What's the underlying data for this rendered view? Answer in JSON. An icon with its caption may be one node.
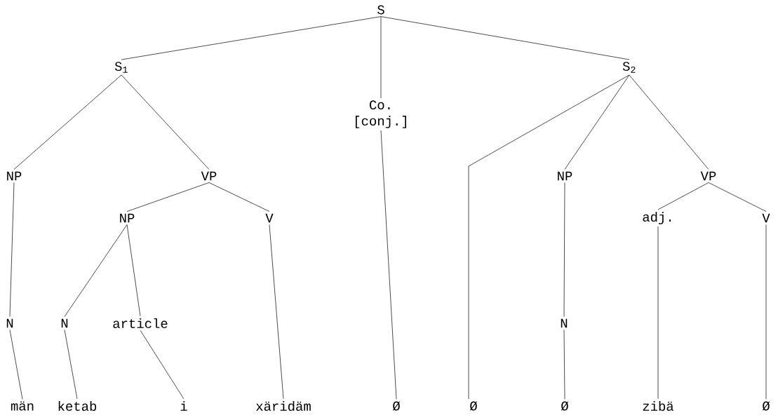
{
  "diagram": {
    "nodes": [
      {
        "text": [
          "S"
        ]
      },
      {
        "text": [
          "S$_{1}$"
        ]
      },
      {
        "text": [
          "Co.",
          "[conj.]"
        ]
      },
      {
        "text": [
          "S$_{2}$"
        ]
      },
      {
        "text": [
          "NP"
        ]
      },
      {
        "text": [
          "VP"
        ]
      },
      {
        "text": [
          "NP"
        ]
      },
      {
        "text": [
          "V"
        ]
      },
      {
        "text": [
          "N"
        ]
      },
      {
        "text": [
          "N"
        ]
      },
      {
        "text": [
          "article"
        ]
      },
      {
        "text": [
          "män"
        ]
      },
      {
        "text": [
          "ketab"
        ]
      },
      {
        "text": [
          "i"
        ]
      },
      {
        "text": [
          "xäridäm"
        ]
      },
      {
        "text": [
          "Ø"
        ]
      },
      {
        "text": [
          "Ø"
        ]
      },
      {
        "text": [
          "NP"
        ]
      },
      {
        "text": [
          "VP"
        ]
      },
      {
        "text": [
          "adj."
        ]
      },
      {
        "text": [
          "V"
        ]
      },
      {
        "text": [
          "N"
        ]
      },
      {
        "text": [
          "Ø"
        ]
      },
      {
        "text": [
          "zibä"
        ]
      },
      {
        "text": [
          "Ø"
        ]
      }
    ],
    "edges": [
      {
        "from": 0,
        "to": 1,
        "arrow": "none"
      },
      {
        "from": 0,
        "to": 2,
        "arrow": "none"
      },
      {
        "from": 0,
        "to": 3,
        "arrow": "none"
      },
      {
        "from": 1,
        "to": 4,
        "arrow": "none"
      },
      {
        "from": 1,
        "to": 5,
        "arrow": "none"
      },
      {
        "from": 4,
        "to": 8,
        "arrow": "none"
      },
      {
        "from": 8,
        "to": 11,
        "arrow": "none"
      },
      {
        "from": 5,
        "to": 6,
        "arrow": "none"
      },
      {
        "from": 5,
        "to": 7,
        "arrow": "none"
      },
      {
        "from": 6,
        "to": 9,
        "arrow": "none"
      },
      {
        "from": 6,
        "to": 10,
        "arrow": "none"
      },
      {
        "from": 9,
        "to": 12,
        "arrow": "none"
      },
      {
        "from": 10,
        "to": 13,
        "arrow": "none"
      },
      {
        "from": 7,
        "to": 14,
        "arrow": "none"
      },
      {
        "from": 2,
        "to": 15,
        "arrow": "none"
      },
      {
        "from": 3,
        "to": 16,
        "arrow": "none"
      },
      {
        "from": 3,
        "to": 17,
        "arrow": "none"
      },
      {
        "from": 3,
        "to": 18,
        "arrow": "none"
      },
      {
        "from": 17,
        "to": 21,
        "arrow": "none"
      },
      {
        "from": 21,
        "to": 22,
        "arrow": "none"
      },
      {
        "from": 18,
        "to": 19,
        "arrow": "none"
      },
      {
        "from": 18,
        "to": 20,
        "arrow": "none"
      },
      {
        "from": 19,
        "to": 23,
        "arrow": "none"
      },
      {
        "from": 20,
        "to": 24,
        "arrow": "none"
      }
    ]
  }
}
